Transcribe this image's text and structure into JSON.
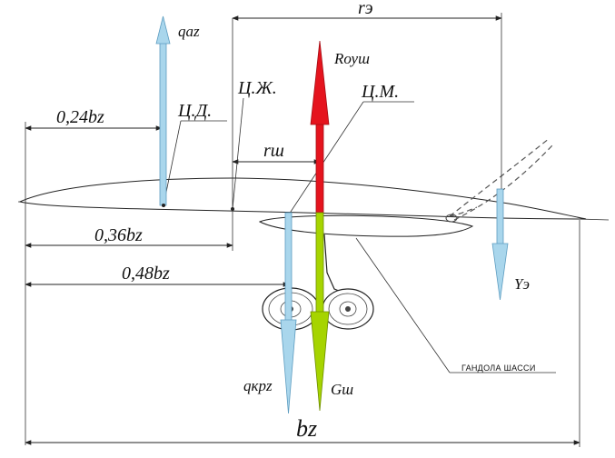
{
  "labels": {
    "q_az": "qaz",
    "r_e": "rэ",
    "R_oush": "Rоуш",
    "cd": "Ц.Д.",
    "czh": "Ц.Ж.",
    "cm": "Ц.М.",
    "r_sh": "rш",
    "dim_024": "0,24bz",
    "dim_036": "0,36bz",
    "dim_048": "0,48bz",
    "Y_e": "Yэ",
    "q_krz": "qкрz",
    "G_sh": "Gш",
    "gondola": "ГАНДОЛА ШАССИ",
    "b_z": "bz"
  },
  "colors": {
    "force_blue": "#a9d6ec",
    "force_red": "#e5141e",
    "force_green": "#a6d400",
    "outline": "#222222"
  }
}
